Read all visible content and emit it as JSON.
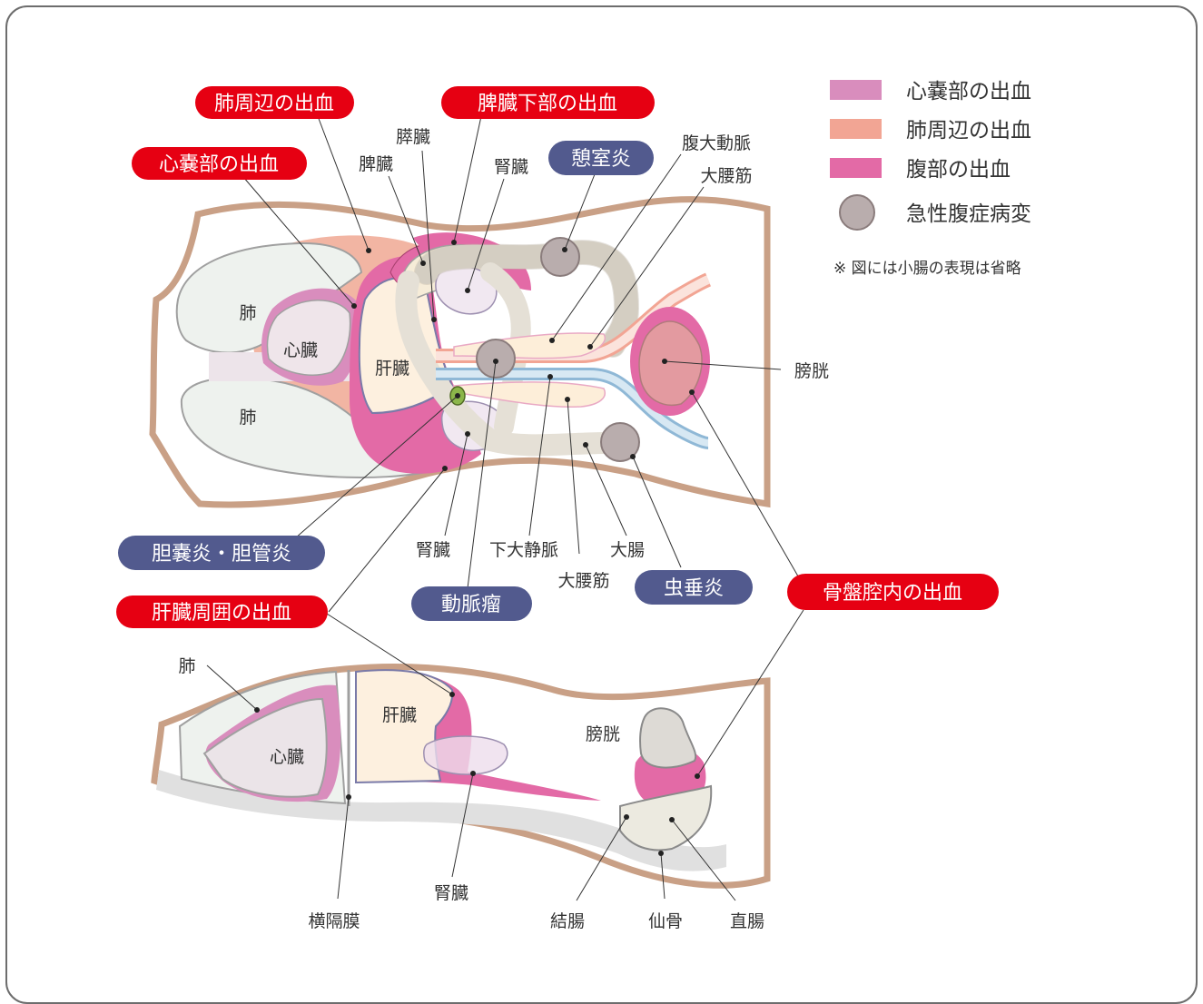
{
  "colors": {
    "pericardial": "#d98dbd",
    "lung_area": "#f2a594",
    "abdominal": "#e36aa6",
    "lesion": "#b9adad",
    "red_pill": "#e60012",
    "blue_pill": "#525a8e",
    "body_outline": "#c9a086"
  },
  "legend": [
    {
      "label": "心嚢部の出血",
      "swatch": "pericardial"
    },
    {
      "label": "肺周辺の出血",
      "swatch": "lung_area"
    },
    {
      "label": "腹部の出血",
      "swatch": "abdominal"
    },
    {
      "label": "急性腹症病変",
      "swatch": "lesion-circle"
    }
  ],
  "note": "※ 図には小腸の表現は省略",
  "callouts": {
    "lung_hemorrhage": "肺周辺の出血",
    "pericardial_hemorrhage": "心嚢部の出血",
    "lower_spleen_hemorrhage": "脾臓下部の出血",
    "diverticulitis": "憩室炎",
    "cholecystitis": "胆嚢炎・胆管炎",
    "liver_hemorrhage": "肝臓周囲の出血",
    "aneurysm": "動脈瘤",
    "appendicitis": "虫垂炎",
    "pelvic_hemorrhage": "骨盤腔内の出血"
  },
  "top_labels": {
    "pancreas": "膵臓",
    "spleen": "脾臓",
    "kidney_upper": "腎臓",
    "aorta": "腹大動脈",
    "psoas_upper": "大腰筋",
    "lung_upper": "肺",
    "heart": "心臓",
    "lung_lower": "肺",
    "liver": "肝臓",
    "bladder": "膀胱",
    "kidney_lower": "腎臓",
    "ivc": "下大静脈",
    "colon": "大腸",
    "psoas_lower": "大腰筋"
  },
  "side_labels": {
    "lung": "肺",
    "heart": "心臓",
    "liver": "肝臓",
    "bladder": "膀胱",
    "diaphragm": "横隔膜",
    "kidney": "腎臓",
    "colon": "結腸",
    "sacrum": "仙骨",
    "rectum": "直腸"
  }
}
